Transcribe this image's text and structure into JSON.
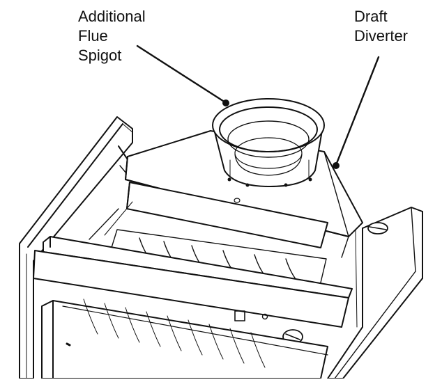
{
  "callouts": {
    "spigot": {
      "lines": [
        "Additional",
        "Flue",
        "Spigot"
      ]
    },
    "diverter": {
      "lines": [
        "Draft",
        "Diverter"
      ]
    }
  },
  "style": {
    "ink": "#111111",
    "paper": "#ffffff"
  }
}
